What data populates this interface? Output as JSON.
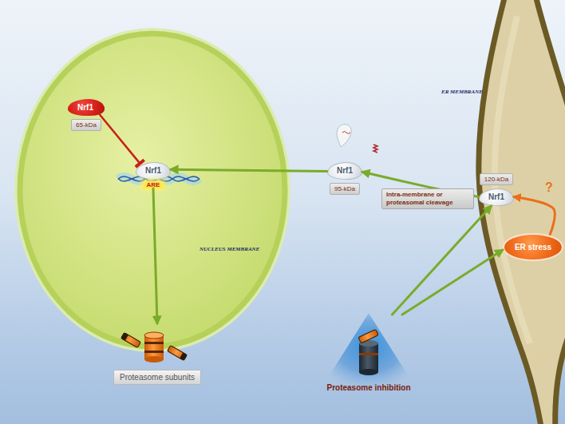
{
  "diagram": {
    "nodes": [
      {
        "text": [
          "NUCLEUS MEMBRANE"
        ]
      },
      {
        "text": [
          "Nrf1",
          "65-kDa"
        ],
        "in": 0
      },
      {
        "text": [
          "Nrf1",
          "ARE"
        ],
        "in": 0
      },
      {
        "text": [
          "Nrf1",
          "95-kDa"
        ]
      },
      {
        "text": [
          "ER MEMBRANE"
        ]
      },
      {
        "text": [
          "120-kDa",
          "Nrf1"
        ],
        "in": 4
      },
      {
        "text": [
          "ER stress"
        ],
        "in": 4
      },
      {
        "text": [
          "Proteasome subunits"
        ]
      },
      {
        "text": [
          "Proteasome inhibition"
        ]
      }
    ],
    "edges": [
      {
        "from": 1,
        "to": 2,
        "arrow": "to"
      },
      {
        "from": 3,
        "to": 2,
        "arrow": "to"
      },
      {
        "from": 5,
        "to": 3,
        "label": "Intra-membrane or proteasomal cleavage",
        "arrow": "to"
      },
      {
        "from": 2,
        "to": 7,
        "arrow": "to"
      },
      {
        "from": 8,
        "to": 5,
        "arrow": "to"
      },
      {
        "from": 8,
        "to": 6,
        "arrow": "to"
      },
      {
        "from": 6,
        "to": 5,
        "label": "?",
        "arrow": "to"
      }
    ]
  }
}
